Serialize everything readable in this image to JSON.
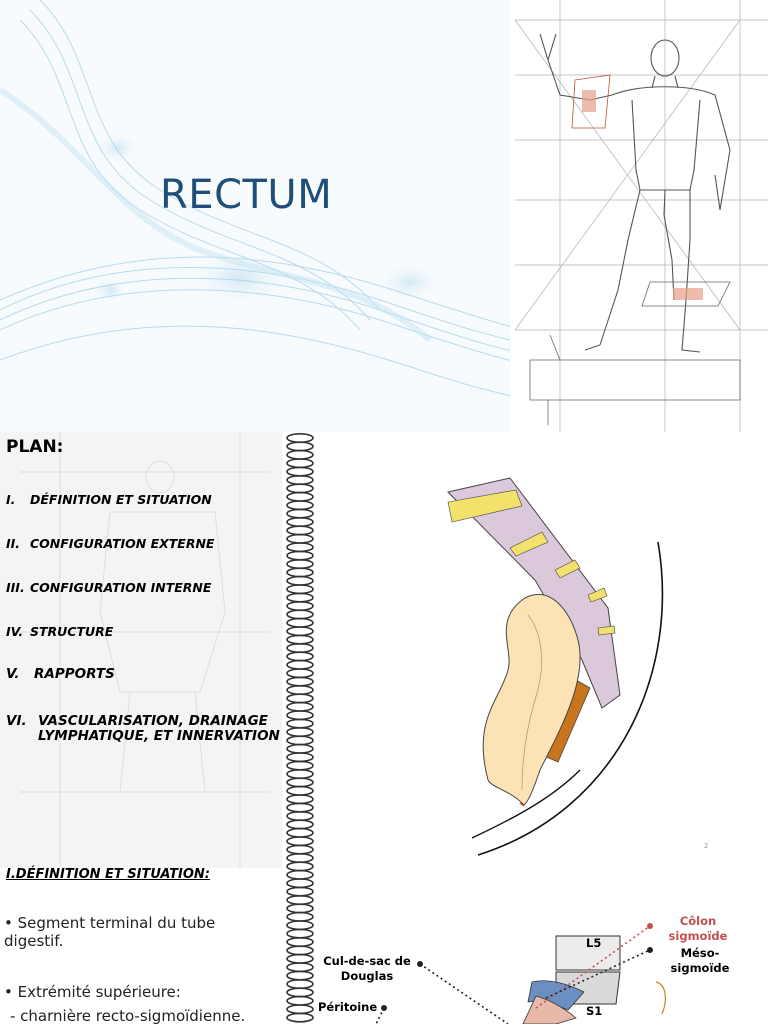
{
  "slide1": {
    "title": "RECTUM"
  },
  "plan": {
    "heading": "PLAN:",
    "items": [
      {
        "num": "I.",
        "label": "DÉFINITION ET SITUATION"
      },
      {
        "num": "II.",
        "label": "CONFIGURATION EXTERNE"
      },
      {
        "num": "III.",
        "label": "CONFIGURATION INTERNE"
      },
      {
        "num": "IV.",
        "label": "STRUCTURE"
      },
      {
        "num": "V.",
        "label": "RAPPORTS"
      },
      {
        "num": "VI.",
        "label": "VASCULARISATION, DRAINAGE LYMPHATIQUE, ET INNERVATION"
      }
    ]
  },
  "page_number": "2",
  "definition": {
    "heading": "I.DÉFINITION ET SITUATION:",
    "bullet1": "• Segment terminal du tube digestif.",
    "bullet2": "• Extrémité supérieure:",
    "sub2": "- charnière recto-sigmoïdienne."
  },
  "figure3": {
    "colon": "Côlon sigmoïde",
    "meso": "Méso-sigmoïde",
    "douglas": "Cul-de-sac de Douglas",
    "peritoine": "Péritoine",
    "l5": "L5",
    "s1": "S1"
  },
  "colors": {
    "title": "#1f4e79",
    "colon_label": "#c0504d",
    "yellow_band": "#f2e16b",
    "lilac": "#dcc8db",
    "rectum_fill": "#fbe3b5",
    "sacrum": "#c8751e"
  }
}
